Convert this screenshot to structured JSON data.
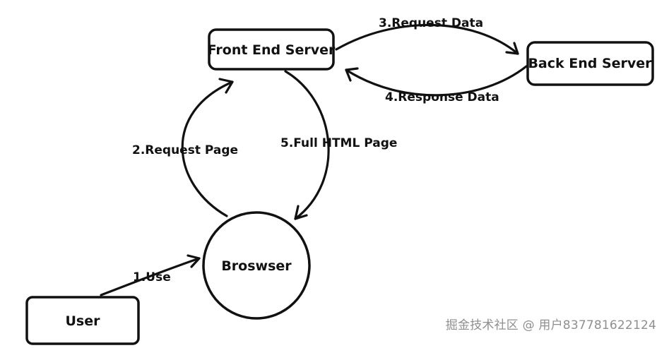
{
  "diagram": {
    "nodes": {
      "front_end_server": "Front End Server",
      "back_end_server": "Back End Server",
      "browser": "Broswser",
      "user": "User"
    },
    "edges": {
      "use": "1.Use",
      "request_page": "2.Request Page",
      "request_data": "3.Request Data",
      "response_data": "4.Response Data",
      "full_html_page": "5.Full HTML Page"
    }
  },
  "watermark": {
    "text": "掘金技术社区 @ 用户837781622124"
  },
  "colors": {
    "ink": "#111111",
    "background": "#ffffff",
    "watermark": "#8f8f8f"
  }
}
